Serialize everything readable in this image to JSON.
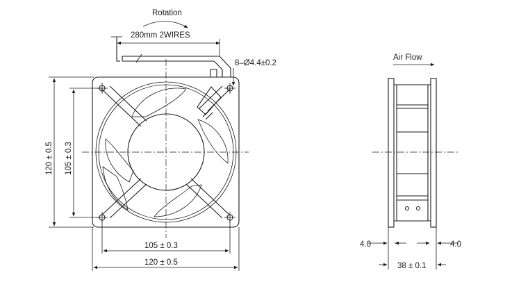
{
  "labels": {
    "rotation": "Rotation",
    "wire": "280mm 2WIRES",
    "holes": "8–Ø4.4±0.2",
    "air_flow": "Air Flow",
    "height_outer": "120 ± 0.5",
    "height_inner": "105 ± 0.3",
    "width_inner": "105 ± 0.3",
    "width_outer": "120 ± 0.5",
    "flange_left": "4.0",
    "flange_right": "4.0",
    "depth": "38 ± 0.1"
  },
  "icons": {
    "rotation_arrow": "curved-arrow-icon",
    "air_flow_arrow": "right-arrow-icon"
  }
}
